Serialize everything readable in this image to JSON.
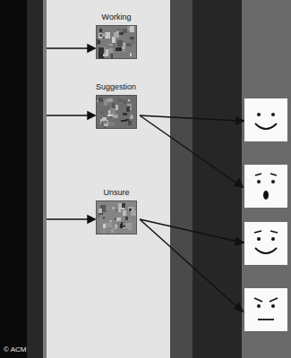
{
  "diagram": {
    "nodes": [
      {
        "text": [
          "Working"
        ]
      },
      {
        "text": [
          "Suggestion"
        ]
      },
      {
        "text": [
          "Unsure"
        ]
      }
    ],
    "labels": [
      "© ACM"
    ]
  }
}
